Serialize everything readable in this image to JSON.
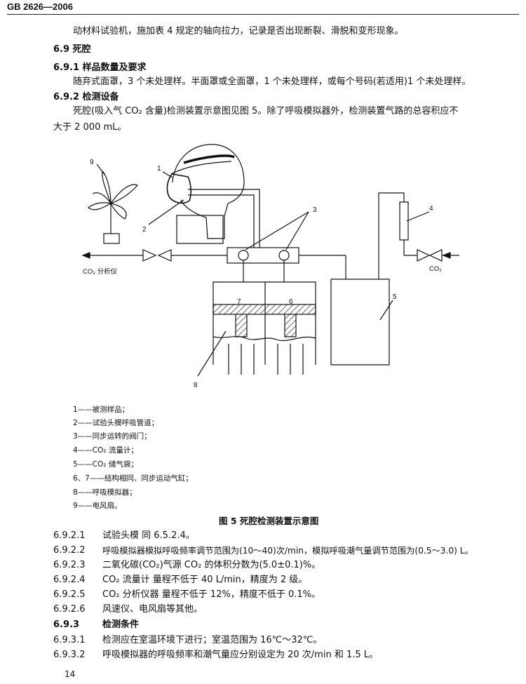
{
  "header": {
    "standard": "GB 2626—2006"
  },
  "lines": [
    {
      "id": "l0",
      "text": "动材料试验机，施加表 4 规定的轴向拉力，记录是否出现断裂、滑脱和变形现象。"
    },
    {
      "id": "l1",
      "text": "6.9   死腔"
    },
    {
      "id": "l2",
      "text": "6.9.1   样品数量及要求"
    },
    {
      "id": "l3",
      "text": "随弃式面罩，3 个未处理样。半面罩或全面罩，1 个未处理样，或每个号码(若适用)1 个未处理样。"
    },
    {
      "id": "l4",
      "text": "6.9.2   检测设备"
    },
    {
      "id": "l5",
      "text": "死腔(吸入气 CO₂ 含量)检测装置示意图见图 5。除了呼吸模拟器外，检测装置气路的总容积应不"
    },
    {
      "id": "l6",
      "text": "大于 2 000 mL。"
    }
  ],
  "figure": {
    "labels": {
      "n1": "1",
      "n2": "2",
      "n3": "3",
      "n4": "4",
      "n5": "5",
      "n6": "6",
      "n7": "7",
      "n8": "8",
      "n9": "9",
      "co2_analyzer": "CO₂ 分析仪",
      "co2_source": "CO₂"
    },
    "legend": [
      "1——被测样品；",
      "2——试验头模呼吸管道；",
      "3——同步运转的阀门；",
      "4——CO₂ 流量计；",
      "5——CO₂ 储气袋；",
      "6、7——结构相同、同步运动气缸；",
      "8——呼吸模拟器；",
      "9——电风扇。"
    ],
    "caption": "图 5   死腔检测装置示意图"
  },
  "items": [
    {
      "num": "6.9.2.1",
      "text": "试验头模  同 6.5.2.4。"
    },
    {
      "num": "6.9.2.2",
      "text": "呼吸模拟器模拟呼吸频率调节范围为(10～40)次/min，模拟呼吸潮气量调节范围为(0.5～3.0) L。"
    },
    {
      "num": "6.9.2.3",
      "text": "二氧化碳(CO₂)气源   CO₂ 的体积分数为(5.0±0.1)%。"
    },
    {
      "num": "6.9.2.4",
      "text": "CO₂ 流量计   量程不低于 40 L/min，精度为 2 级。"
    },
    {
      "num": "6.9.2.5",
      "text": "CO₂ 分析仪器   量程不低于 12%，精度不低于 0.1%。"
    },
    {
      "num": "6.9.2.6",
      "text": "风速仪、电风扇等其他。"
    },
    {
      "num": "6.9.3",
      "text": "检测条件"
    },
    {
      "num": "6.9.3.1",
      "text": "检测应在室温环境下进行；室温范围为 16℃～32℃。"
    },
    {
      "num": "6.9.3.2",
      "text": "呼吸模拟器的呼吸频率和潮气量应分别设定为 20 次/min 和 1.5 L。"
    }
  ],
  "footer": {
    "page": "14"
  }
}
